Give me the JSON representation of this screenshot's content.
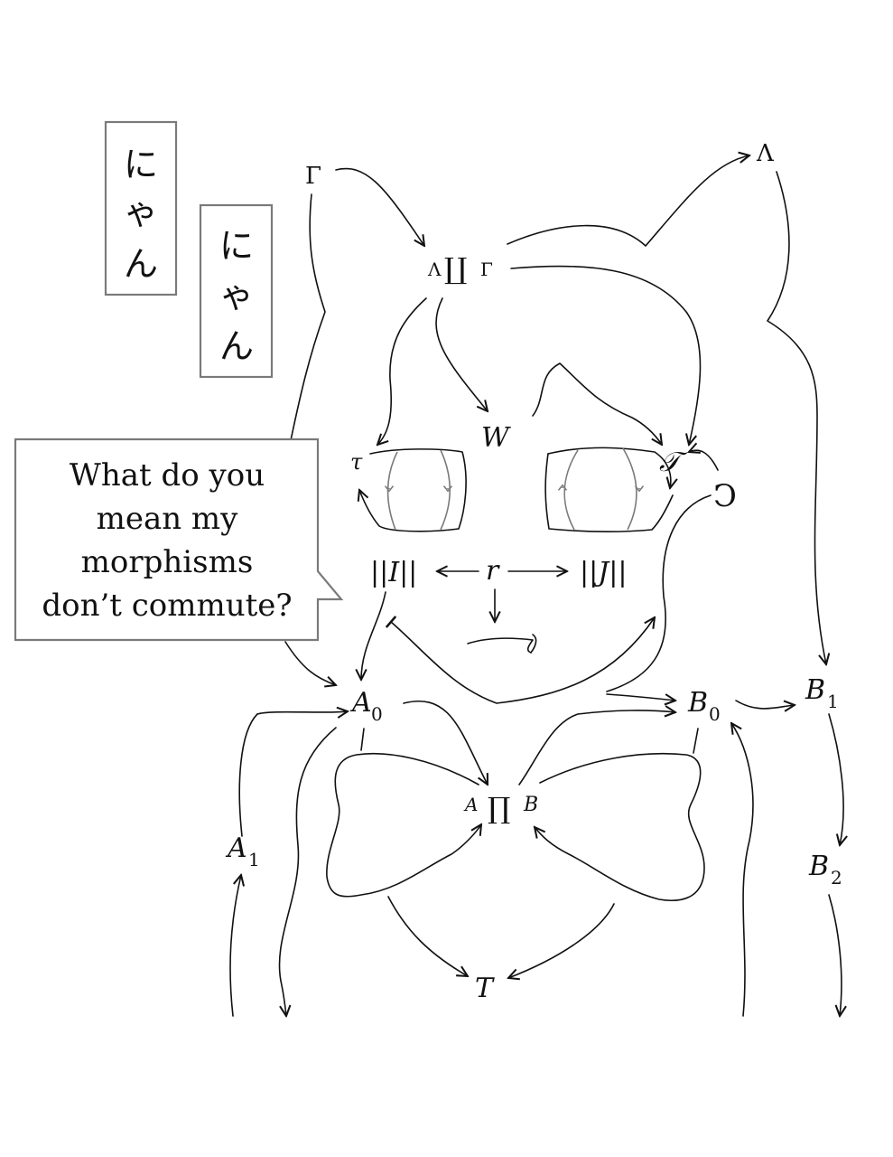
{
  "speech_boxes": {
    "box1": {
      "line1": "に",
      "line2": "ゃ",
      "line3": "ん"
    },
    "box2": {
      "line1": "に",
      "line2": "ゃ",
      "line3": "ん"
    }
  },
  "bubble": {
    "line1": "What do you",
    "line2": "mean my",
    "line3": "morphisms",
    "line4": "don’t commute?"
  },
  "nodes": {
    "gamma": "Γ",
    "lambda": "Λ",
    "coprod_lambda": "Λ",
    "coprod_symbol": "∐",
    "coprod_gamma": "Γ",
    "w": "W",
    "tau_left": "τ",
    "tau_right": "𝒯",
    "reverse_c": "Ↄ",
    "norm_i": "||I||",
    "r": "r",
    "norm_j": "||J||",
    "a0_base": "A",
    "a0_sub": "0",
    "b0_base": "B",
    "b0_sub": "0",
    "b1_base": "B",
    "b1_sub": "1",
    "a1_base": "A",
    "a1_sub": "1",
    "b2_base": "B",
    "b2_sub": "2",
    "prod_a": "A",
    "prod_symbol": "∏",
    "prod_b": "B",
    "t": "T"
  }
}
